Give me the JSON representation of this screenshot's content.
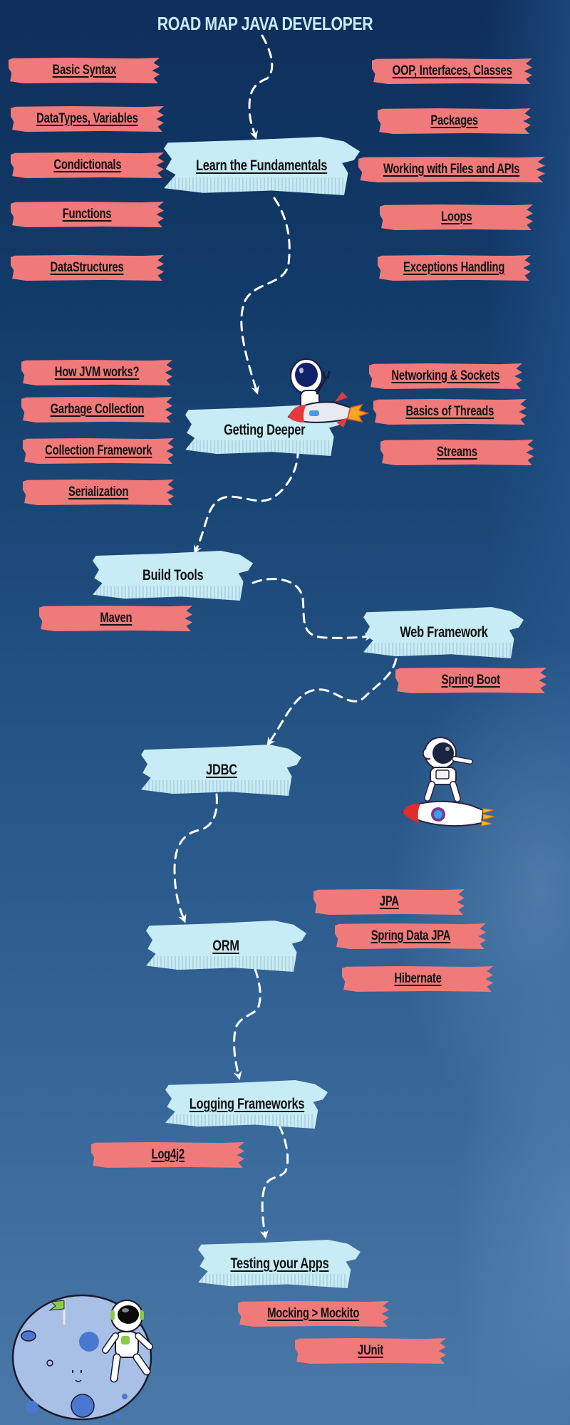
{
  "title": "ROAD MAP JAVA DEVELOPER",
  "colors": {
    "background_top": "#0f2f5c",
    "background_bottom": "#4a78a8",
    "title": "#c9ecf7",
    "stage_fill": "#c8ecf5",
    "topic_fill": "#f07a7a",
    "text": "#111111",
    "path": "#ffffff"
  },
  "stages": [
    {
      "id": "fundamentals",
      "label": "Learn the Fundamentals",
      "underlined": true
    },
    {
      "id": "deeper",
      "label": "Getting Deeper",
      "underlined": false
    },
    {
      "id": "build",
      "label": "Build Tools",
      "underlined": false
    },
    {
      "id": "web",
      "label": "Web Framework",
      "underlined": false
    },
    {
      "id": "jdbc",
      "label": "JDBC",
      "underlined": true
    },
    {
      "id": "orm",
      "label": "ORM",
      "underlined": true
    },
    {
      "id": "logging",
      "label": "Logging Frameworks",
      "underlined": true
    },
    {
      "id": "testing",
      "label": "Testing your Apps",
      "underlined": true
    }
  ],
  "topics": {
    "fundamentals_left": [
      "Basic Syntax",
      "DataTypes, Variables",
      "Condictionals",
      "Functions",
      "DataStructures"
    ],
    "fundamentals_right": [
      "OOP, Interfaces, Classes",
      "Packages",
      "Working with Files and APIs",
      "Loops",
      "Exceptions Handling"
    ],
    "deeper_left": [
      "How JVM works?",
      "Garbage Collection",
      "Collection Framework",
      "Serialization"
    ],
    "deeper_right": [
      "Networking & Sockets",
      "Basics of Threads",
      "Streams"
    ],
    "build": [
      "Maven"
    ],
    "web": [
      "Spring Boot"
    ],
    "orm": [
      "JPA",
      "Spring Data JPA",
      "Hibernate"
    ],
    "logging": [
      "Log4j2"
    ],
    "testing": [
      "Mocking > Mockito",
      "JUnit"
    ]
  },
  "illustrations": [
    "astronaut-rocket-peace-icon",
    "astronaut-rocket-dab-icon",
    "planet-astronaut-flag-icon"
  ]
}
